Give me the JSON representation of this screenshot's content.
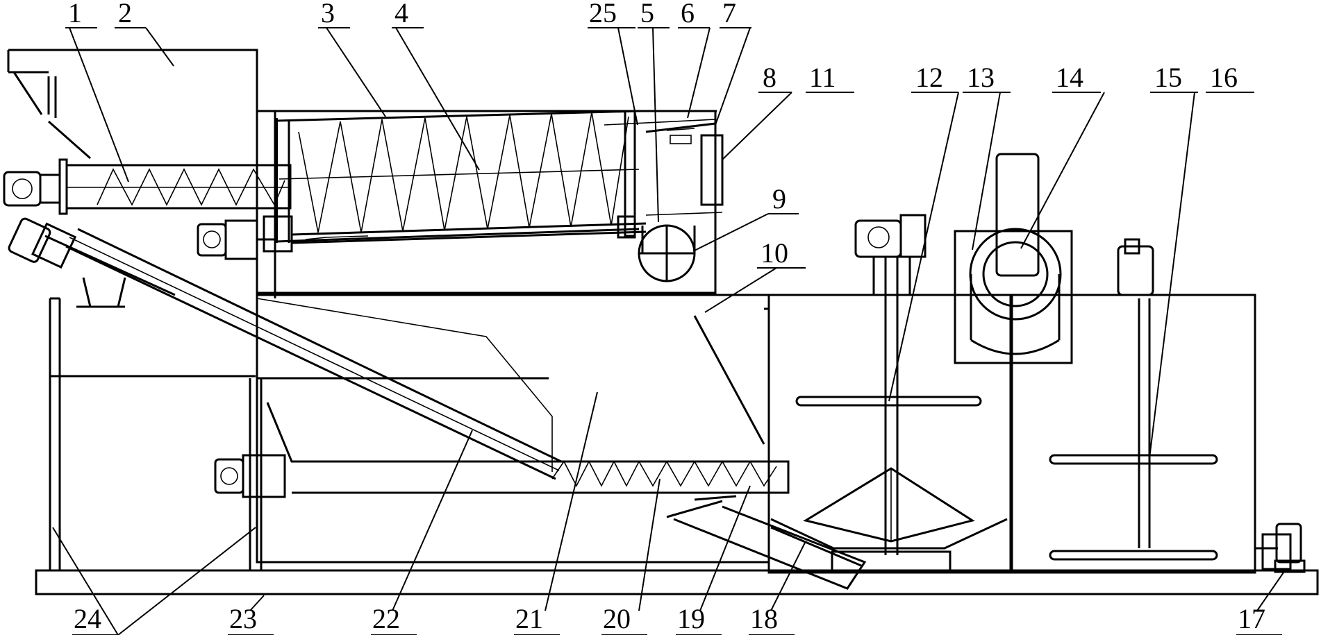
{
  "labels": {
    "p1": "1",
    "p2": "2",
    "p3": "3",
    "p4": "4",
    "p25": "25",
    "p5": "5",
    "p6": "6",
    "p7": "7",
    "p8": "8",
    "p9": "9",
    "p10": "10",
    "p11": "11",
    "p12": "12",
    "p13": "13",
    "p14": "14",
    "p15": "15",
    "p16": "16",
    "p17": "17",
    "p18": "18",
    "p19": "19",
    "p20": "20",
    "p21": "21",
    "p22": "22",
    "p23": "23",
    "p24": "24"
  },
  "colors": {
    "line": "#000000",
    "background": "#ffffff"
  }
}
